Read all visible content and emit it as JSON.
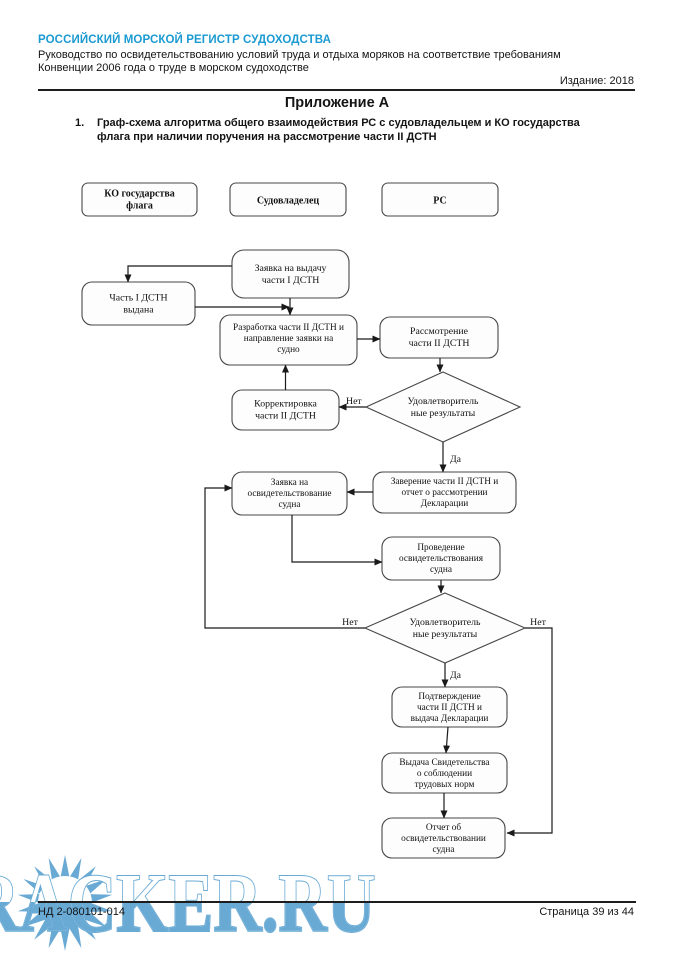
{
  "header": {
    "org_name": "РОССИЙСКИЙ МОРСКОЙ РЕГИСТР СУДОХОДСТВА",
    "subtitle_line1": "Руководство по освидетельствованию условий труда и отдыха моряков на соответствие требованиям",
    "subtitle_line2": "Конвенции 2006 года о труде в морском судоходстве",
    "edition": "Издание: 2018",
    "appendix_title": "Приложение А",
    "item_number": "1.",
    "item_line1": "Граф-схема алгоритма общего взаимодействия РС с судовладельцем и КО государства",
    "item_line2": "флага при наличии поручения на рассмотрение части II ДСТН"
  },
  "flowchart": {
    "lanes": {
      "ko": [
        "КО государства",
        "флага"
      ],
      "owner": [
        "Судовладелец"
      ],
      "rs": [
        "РС"
      ]
    },
    "nodes": {
      "request_part1": [
        "Заявка на выдачу",
        "части I ДСТН"
      ],
      "part1_issued": [
        "Часть I ДСТН",
        "выдана"
      ],
      "develop_part2": [
        "Разработка части II ДСТН и",
        "направление заявки на",
        "судно"
      ],
      "review_part2": [
        "Рассмотрение",
        "части II ДСТН"
      ],
      "decision1": [
        "Удовлетворитель",
        "ные результаты"
      ],
      "correction": [
        "Корректировка",
        "части II ДСТН"
      ],
      "certify_part2": [
        "Заверение части II ДСТН и",
        "отчет о рассмотрении",
        "Декларации"
      ],
      "survey_request": [
        "Заявка на",
        "освидетельствование",
        "судна"
      ],
      "survey": [
        "Проведение",
        "освидетельствования",
        "судна"
      ],
      "decision2": [
        "Удовлетворитель",
        "ные результаты"
      ],
      "confirm_part2": [
        "Подтверждение",
        "части II ДСТН и",
        "выдача Декларации"
      ],
      "issue_certificate": [
        "Выдача Свидетельства",
        "о соблюдении",
        "трудовых норм"
      ],
      "survey_report": [
        "Отчет об",
        "освидетельствовании",
        "судна"
      ]
    },
    "labels": {
      "no": "Нет",
      "yes": "Да"
    }
  },
  "footer": {
    "doc_number": "НД 2-080101-014",
    "page_info": "Страница 39 из 44"
  },
  "watermark": {
    "text": "SEATRACKER.RU"
  },
  "colors": {
    "brand_blue": "#1b9ad2",
    "watermark_blue": "#69aad5"
  }
}
